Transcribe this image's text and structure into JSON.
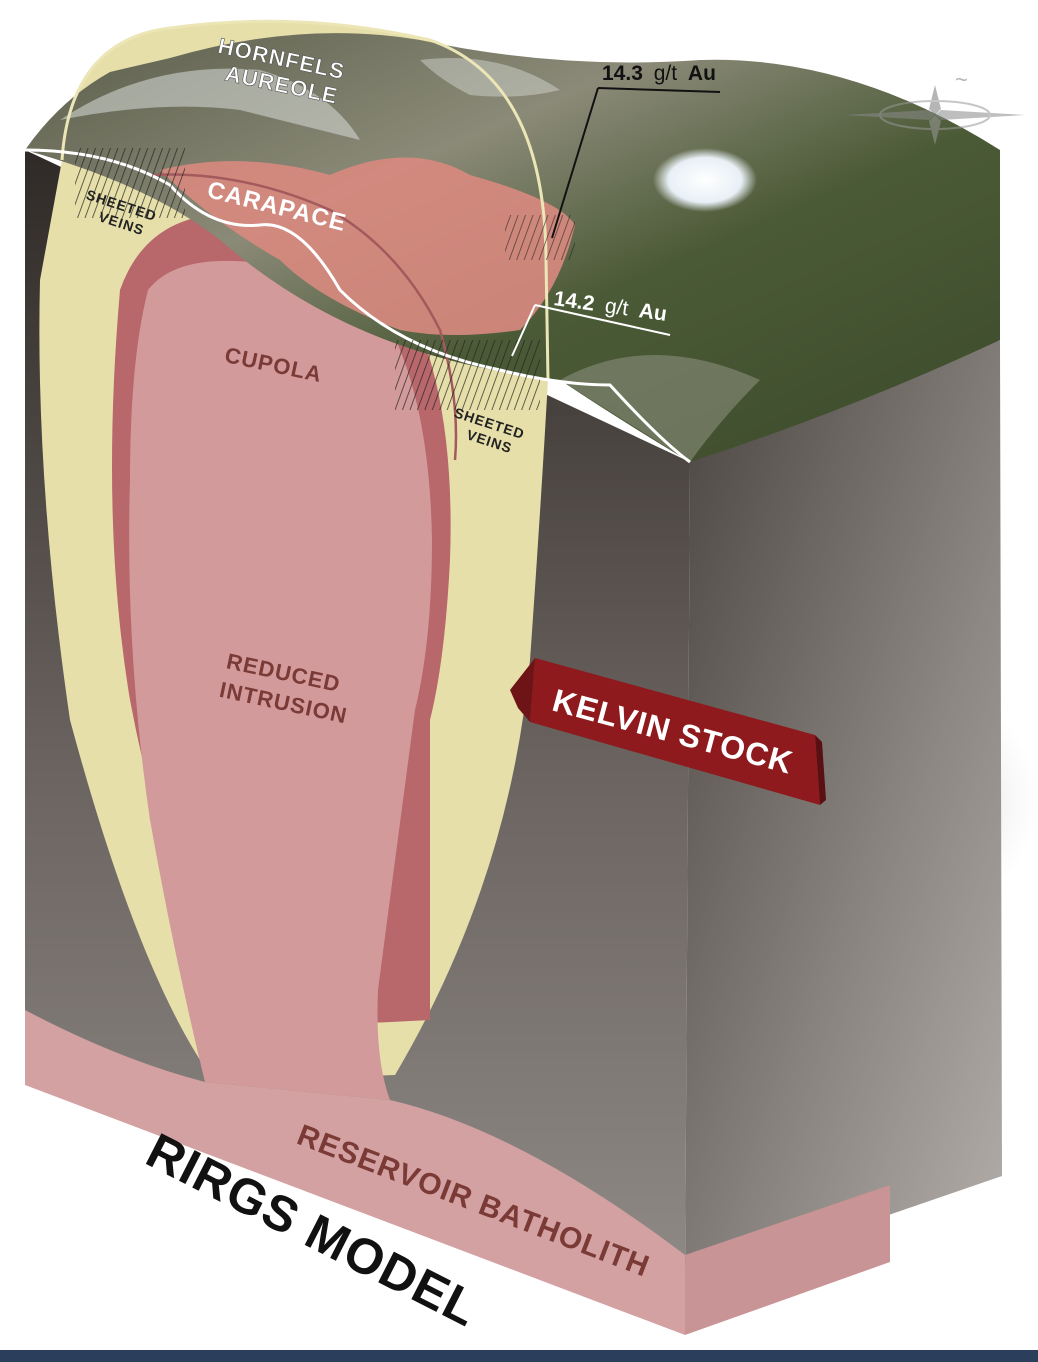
{
  "diagram": {
    "title": "RIRGS MODEL",
    "labels": {
      "hornfels_line1": "HORNFELS",
      "hornfels_line2": "AUREOLE",
      "carapace": "CARAPACE",
      "sheeted_left_1": "SHEETED",
      "sheeted_left_2": "VEINS",
      "sheeted_right_1": "SHEETED",
      "sheeted_right_2": "VEINS",
      "cupola": "CUPOLA",
      "reduced_1": "REDUCED",
      "reduced_2": "INTRUSION",
      "kelvin": "KELVIN STOCK",
      "reservoir": "RESERVOIR BATHOLITH"
    },
    "assays": [
      {
        "value": "14.3",
        "unit": "g/t",
        "element": "Au"
      },
      {
        "value": "14.2",
        "unit": "g/t",
        "element": "Au"
      }
    ]
  },
  "colors": {
    "block_dark": "#3d3733",
    "block_mid": "#77706b",
    "block_light": "#a9a49f",
    "aureole": "#e6dfaa",
    "intrusion": "#d39a9b",
    "intrusion_rim": "#b8676b",
    "carapace": "#d98a80",
    "batholith": "#d4a1a2",
    "terrain_dark": "#3f4a2b",
    "terrain_snow": "#d9ddd8",
    "kelvin_banner": "#8e1a1d",
    "label_dark": "#7a3a36",
    "bar": "#2b3e5c"
  },
  "icons": [
    "compass-rose-icon"
  ]
}
